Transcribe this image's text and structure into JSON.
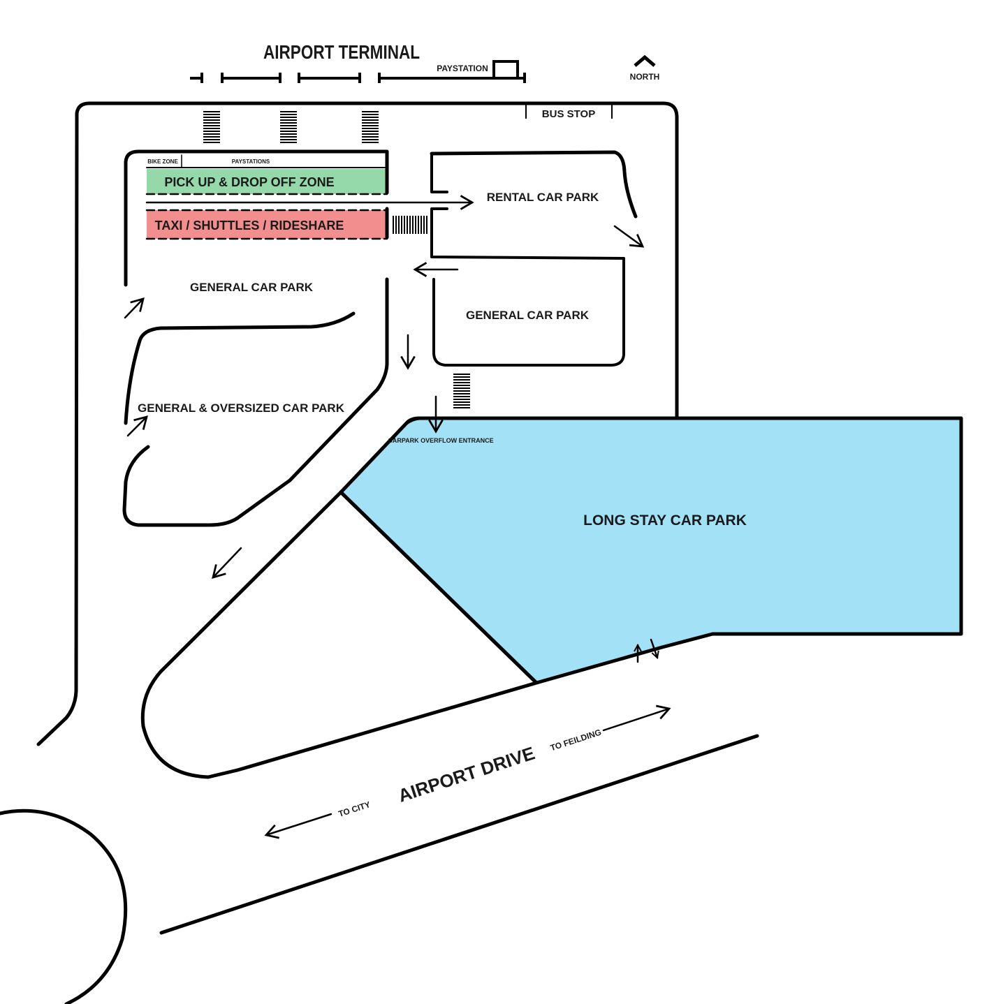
{
  "terminal": {
    "title": "AIRPORT TERMINAL",
    "paystation": "PAYSTATION",
    "north": "NORTH",
    "bus_stop": "BUS STOP"
  },
  "zones": {
    "bike_zone": "BIKE ZONE",
    "paystations": "PAYSTATIONS",
    "pickup": "PICK UP & DROP OFF ZONE",
    "taxi": "TAXI / SHUTTLES / RIDESHARE",
    "rental": "RENTAL CAR PARK",
    "general_1": "GENERAL CAR PARK",
    "general_2": "GENERAL CAR PARK",
    "oversized": "GENERAL & OVERSIZED CAR PARK",
    "overflow": "CARPARK OVERFLOW ENTRANCE",
    "long_stay": "LONG STAY CAR PARK"
  },
  "road": {
    "name": "AIRPORT DRIVE",
    "to_city": "TO CITY",
    "to_feilding": "TO FEILDING"
  },
  "colors": {
    "pickup": "#95d9ab",
    "taxi": "#f28e8e",
    "long_stay": "#a3e1f7",
    "stroke": "#000000"
  }
}
